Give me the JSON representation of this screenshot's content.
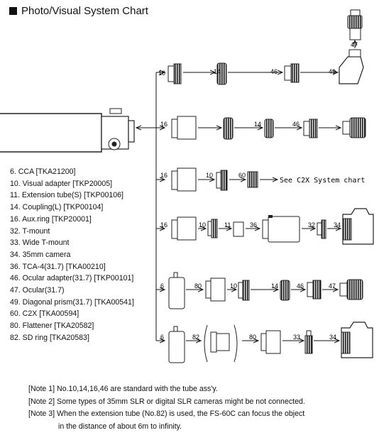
{
  "header": {
    "title": "Photo/Visual System Chart"
  },
  "legend": [
    "6. CCA [TKA21200]",
    "10. Visual adapter [TKP20005]",
    "11. Extension tube(S) [TKP00106]",
    "14. Coupling(L) [TKP00104]",
    "16. Aux.ring [TKP20001]",
    "32. T-mount",
    "33. Wide T-mount",
    "34. 35mm camera",
    "36. TCA-4(31.7) [TKA00210]",
    "46. Ocular adapter(31.7) [TKP00101]",
    "47. Ocular(31.7)",
    "49. Diagonal prism(31.7) [TKA00541]",
    "60. C2X [TKA00594]",
    "80. Flattener [TKA20582]",
    "82. SD ring  [TKA20583]"
  ],
  "notes": [
    "[Note 1] No.10,14,16,46 are standard with the tube ass'y.",
    "[Note 2] Some types of 35mm SLR or digital SLR cameras might be not connected.",
    "[Note 3] When the extension tube (No.82) is used, the FS-60C can focus the object",
    "in the distance of about 6m to infinity."
  ],
  "diagram": {
    "see_c2x": "See C2X System chart",
    "row1": [
      "10",
      "14",
      "46",
      "49",
      "47"
    ],
    "row2": [
      "16",
      "14",
      "46"
    ],
    "row3": [
      "16",
      "10",
      "60"
    ],
    "row4": [
      "16",
      "10",
      "11",
      "36",
      "32",
      "34"
    ],
    "row5": [
      "6",
      "80",
      "10",
      "14",
      "46",
      "47"
    ],
    "row6": [
      "6",
      "82",
      "80",
      "33",
      "34"
    ]
  }
}
